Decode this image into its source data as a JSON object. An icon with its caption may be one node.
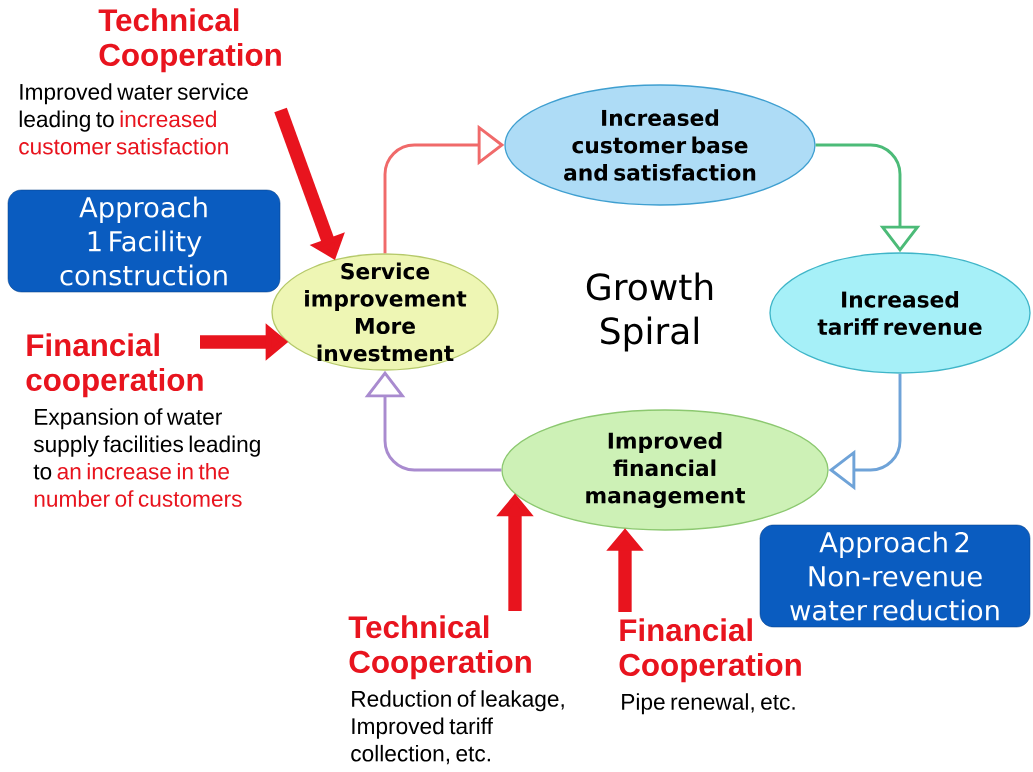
{
  "diagram": {
    "nodes": [
      {
        "text": [
          "Service improvement More investment"
        ]
      },
      {
        "text": [
          "Increased customer base and satisfaction"
        ]
      },
      {
        "text": [
          "Increased tariff revenue"
        ]
      },
      {
        "text": [
          "Improved financial management"
        ]
      },
      {
        "text": [
          "Approach 1 Facility construction"
        ]
      },
      {
        "text": [
          "Approach 2 Non-revenue water reduction"
        ]
      },
      {
        "text": [
          "Technical Cooperation",
          "Improved water service leading to",
          "increased customer satisfaction"
        ]
      },
      {
        "text": [
          "Financial cooperation",
          "Expansion of water supply facilities leading to",
          "an increase in the number of customers"
        ]
      },
      {
        "text": [
          "Technical Cooperation",
          "Reduction of leakage, Improved tariff collection, etc."
        ]
      },
      {
        "text": [
          "Financial Cooperation",
          "Pipe renewal, etc."
        ]
      }
    ],
    "edges": [
      {
        "from": 0,
        "to": 1,
        "arrow": "to",
        "color": "#f06a6a"
      },
      {
        "from": 1,
        "to": 2,
        "arrow": "to",
        "color": "#4cbb78"
      },
      {
        "from": 2,
        "to": 3,
        "arrow": "to",
        "color": "#6fa3d8"
      },
      {
        "from": 3,
        "to": 0,
        "arrow": "to",
        "color": "#a98bcf"
      },
      {
        "from": 6,
        "to": 0,
        "arrow": "to",
        "style": "thick",
        "color": "#e8141e"
      },
      {
        "from": 7,
        "to": 0,
        "arrow": "to",
        "style": "thick",
        "color": "#e8141e"
      },
      {
        "from": 8,
        "to": 3,
        "arrow": "to",
        "style": "thick",
        "color": "#e8141e"
      },
      {
        "from": 9,
        "to": 3,
        "arrow": "to",
        "style": "thick",
        "color": "#e8141e"
      }
    ],
    "labels": [
      "Growth Spiral"
    ]
  }
}
